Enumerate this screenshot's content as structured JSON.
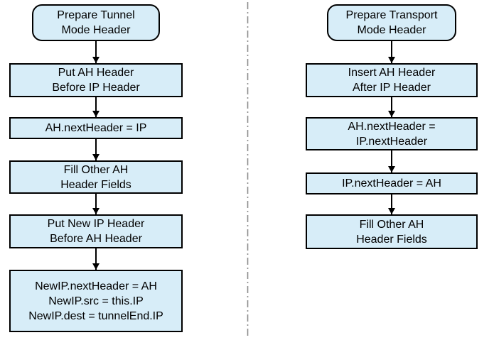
{
  "style": {
    "box_fill": "#d7edf8",
    "box_border": "#000000",
    "divider_color": "#8c8c8c",
    "background": "#ffffff"
  },
  "flows": {
    "tunnel": {
      "start": "Prepare Tunnel\nMode Header",
      "steps": [
        "Put AH Header\nBefore IP Header",
        "AH.nextHeader = IP",
        "Fill Other AH\nHeader Fields",
        "Put New IP Header\nBefore AH Header",
        "NewIP.nextHeader = AH\nNewIP.src = this.IP\nNewIP.dest = tunnelEnd.IP"
      ]
    },
    "transport": {
      "start": "Prepare Transport\nMode Header",
      "steps": [
        "Insert AH Header\nAfter IP Header",
        "AH.nextHeader =\nIP.nextHeader",
        "IP.nextHeader = AH",
        "Fill Other AH\nHeader Fields"
      ]
    }
  }
}
